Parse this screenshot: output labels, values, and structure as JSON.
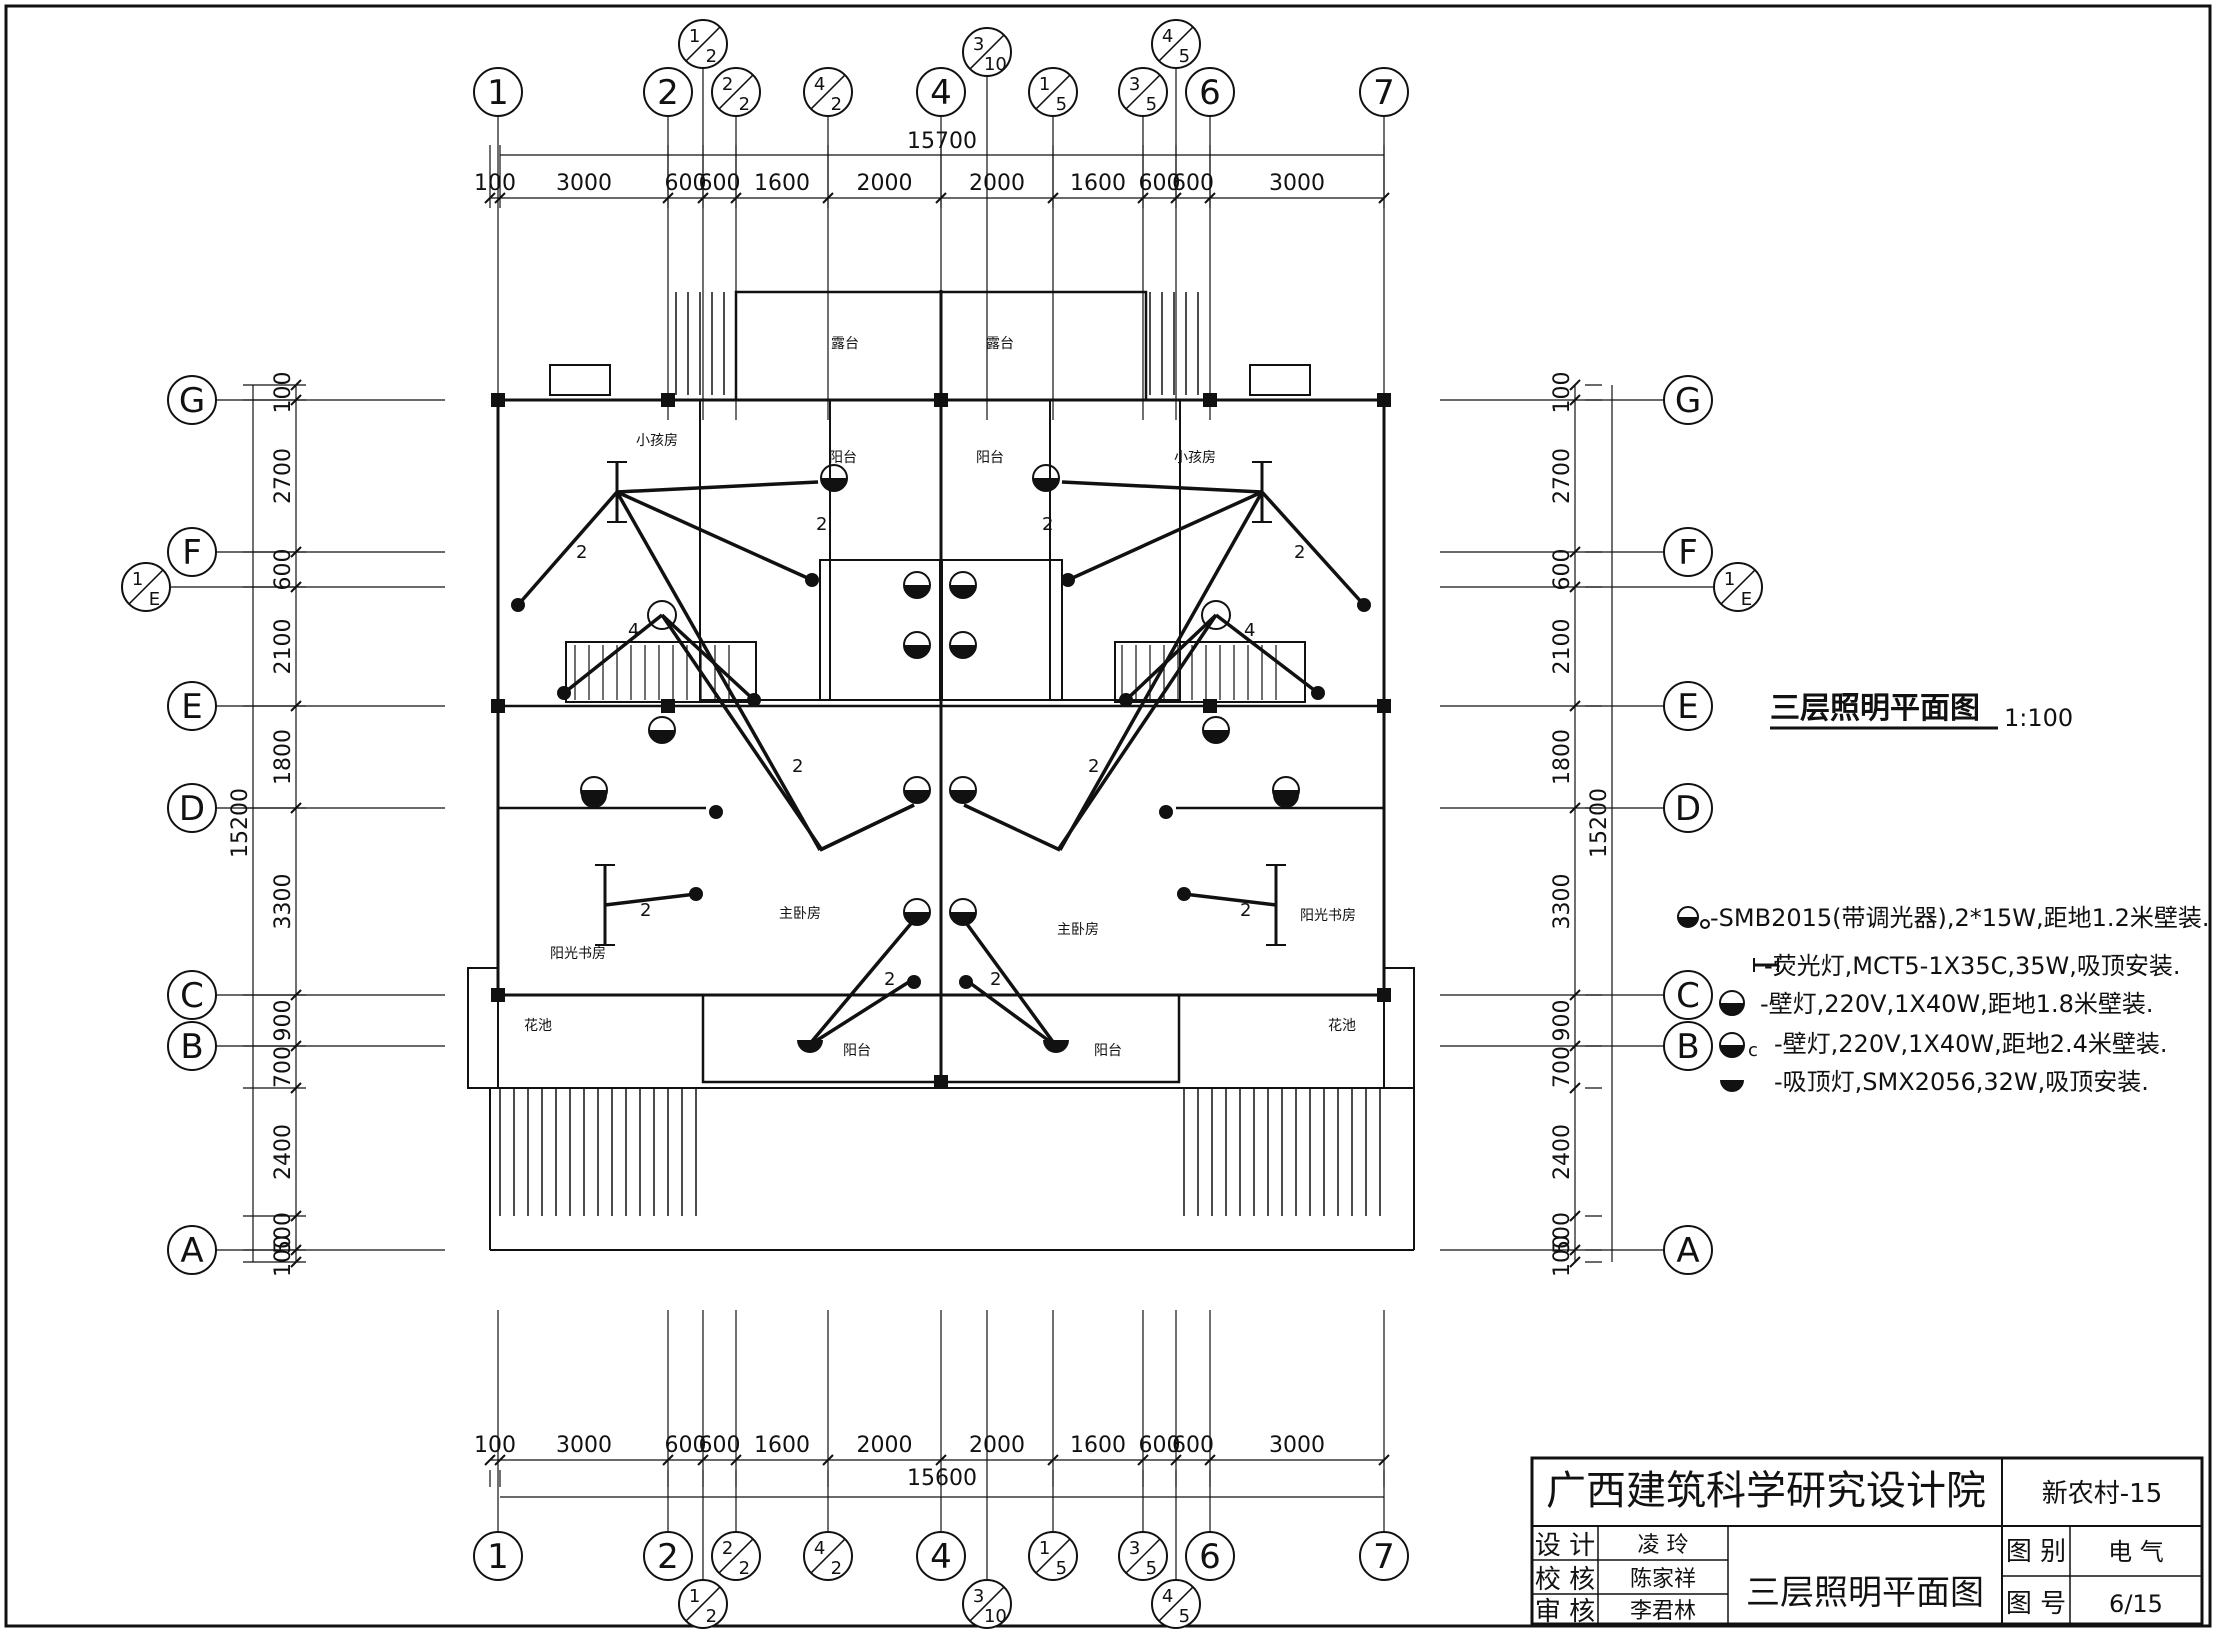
{
  "drawing": {
    "title": "三层照明平面图",
    "scale": "1:100"
  },
  "grid_cols": [
    {
      "id": "1",
      "label": "1"
    },
    {
      "id": "2",
      "label": "2"
    },
    {
      "id": "1/2",
      "label": "1/2"
    },
    {
      "id": "2/2",
      "label": "2/2"
    },
    {
      "id": "4/2",
      "label": "4/2"
    },
    {
      "id": "4",
      "label": "4"
    },
    {
      "id": "3/10",
      "label": "3/10"
    },
    {
      "id": "1/5",
      "label": "1/5"
    },
    {
      "id": "3/5",
      "label": "3/5"
    },
    {
      "id": "4/5",
      "label": "4/5"
    },
    {
      "id": "6",
      "label": "6"
    },
    {
      "id": "7",
      "label": "7"
    }
  ],
  "grid_rows": [
    "G",
    "F",
    "1/E",
    "E",
    "D",
    "C",
    "B",
    "A"
  ],
  "dims_top": {
    "total": "15700",
    "segments": [
      "100",
      "3000",
      "600",
      "600",
      "1600",
      "2000",
      "2000",
      "1600",
      "600",
      "600",
      "3000"
    ]
  },
  "dims_bottom": {
    "total": "15600",
    "segments": [
      "100",
      "3000",
      "600",
      "600",
      "1600",
      "2000",
      "2000",
      "1600",
      "600",
      "600",
      "3000"
    ]
  },
  "dims_vertical": {
    "total": "15200",
    "segments": [
      "100",
      "2700",
      "600",
      "2100",
      "1800",
      "3300",
      "900",
      "700",
      "2400",
      "500",
      "100"
    ]
  },
  "rooms": {
    "terrace": "露台",
    "balcony": "阳台",
    "kids_room": "小孩房",
    "master_bedroom": "主卧房",
    "sun_study": "阳光书房",
    "flower_bed": "花池"
  },
  "circuit_labels": [
    "2",
    "4",
    "2",
    "2",
    "2",
    "2"
  ],
  "legend": [
    {
      "symbol": "switch-socket",
      "text": "-SMB2015(带调光器),2*15W,距地1.2米壁装."
    },
    {
      "symbol": "fluorescent",
      "text": "-荧光灯,MCT5-1X35C,35W,吸顶安装."
    },
    {
      "symbol": "wall-lamp-1",
      "text": "-壁灯,220V,1X40W,距地1.8米壁装."
    },
    {
      "symbol": "wall-lamp-2",
      "text": "-壁灯,220V,1X40W,距地2.4米壁装."
    },
    {
      "symbol": "ceiling-lamp",
      "text": "-吸顶灯,SMX2056,32W,吸顶安装."
    }
  ],
  "title_block": {
    "institute": "广西建筑科学研究设计院",
    "project": "新农村-15",
    "design_label": "设 计",
    "design_name": "凌 玲",
    "check_label": "校 核",
    "check_name": "陈家祥",
    "review_label": "审 核",
    "review_name": "李君林",
    "drawing_name": "三层照明平面图",
    "category_label": "图 别",
    "category_value": "电 气",
    "number_label": "图 号",
    "number_value": "6/15"
  }
}
